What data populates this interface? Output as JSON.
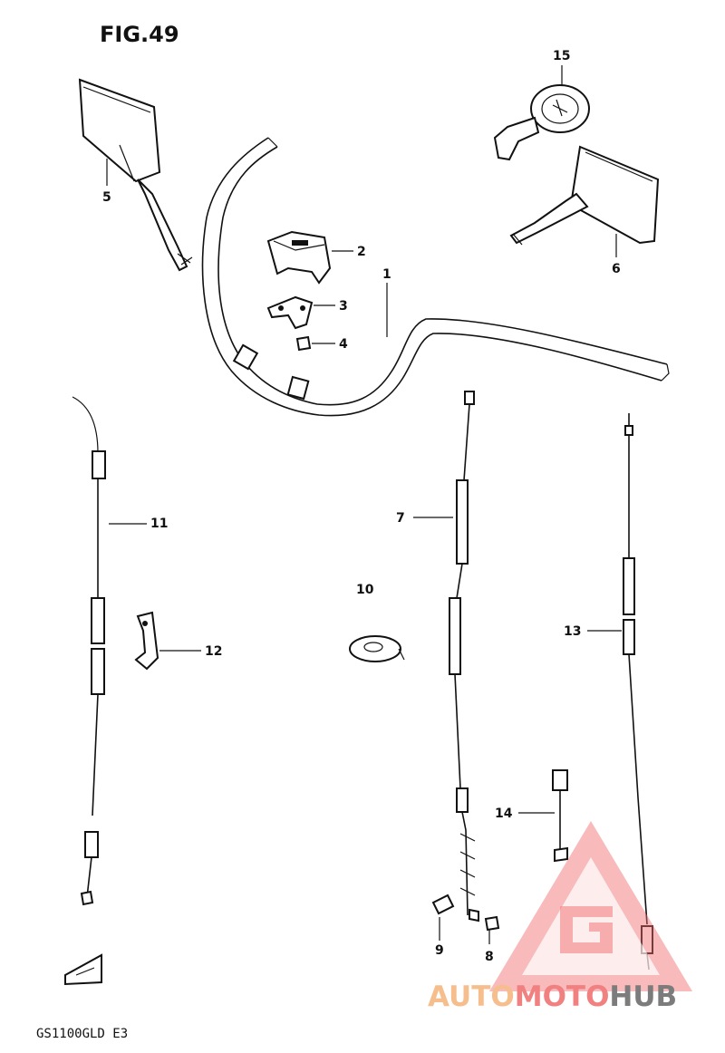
{
  "figure": {
    "title": "FIG.49",
    "model": "GS1100GLD E3"
  },
  "callouts": [
    {
      "id": "c1",
      "label": "1"
    },
    {
      "id": "c2",
      "label": "2"
    },
    {
      "id": "c3",
      "label": "3"
    },
    {
      "id": "c4",
      "label": "4"
    },
    {
      "id": "c5",
      "label": "5"
    },
    {
      "id": "c6",
      "label": "6"
    },
    {
      "id": "c7",
      "label": "7"
    },
    {
      "id": "c8",
      "label": "8"
    },
    {
      "id": "c9",
      "label": "9"
    },
    {
      "id": "c10",
      "label": "10"
    },
    {
      "id": "c11",
      "label": "11"
    },
    {
      "id": "c12",
      "label": "12"
    },
    {
      "id": "c13",
      "label": "13"
    },
    {
      "id": "c14",
      "label": "14"
    },
    {
      "id": "c15",
      "label": "15"
    }
  ],
  "watermark": {
    "part1": "AUTO",
    "part2": "MOTO",
    "part3": "HUB",
    "color_auto": "#f5b37a",
    "color_moto": "#ef6b6b",
    "color_hub": "#666666"
  }
}
